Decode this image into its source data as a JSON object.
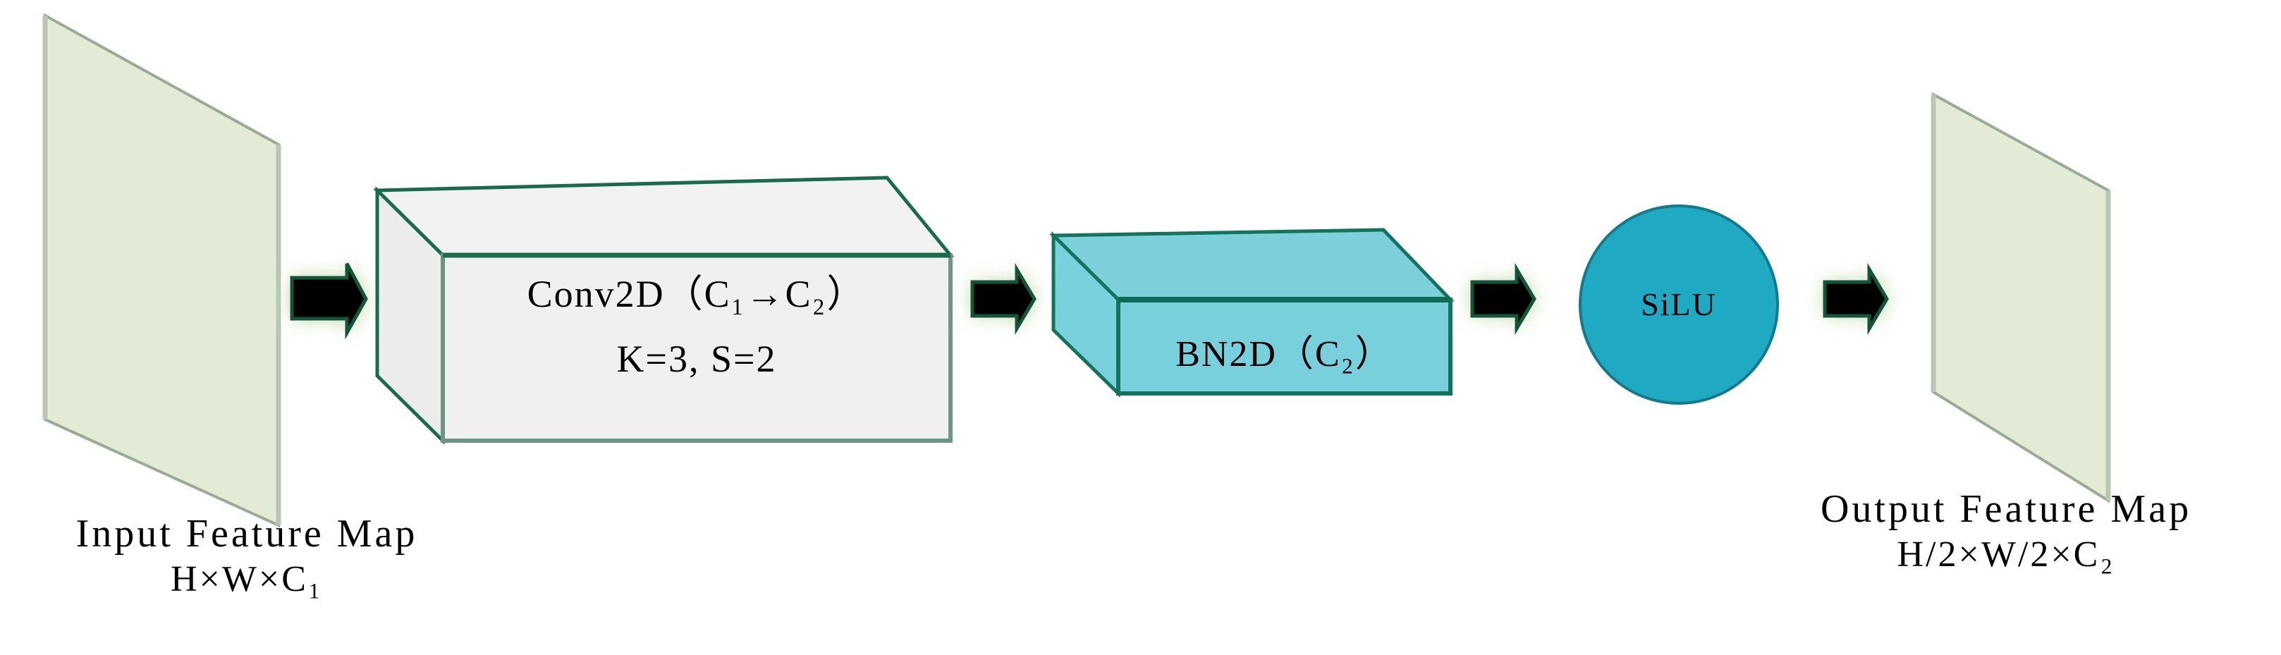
{
  "diagram": {
    "title": "Conv-BN-SiLU block",
    "background_color": "#ffffff",
    "palette": {
      "feature_map_fill": "#e3ebd6",
      "feature_map_stroke": "#9aab95",
      "conv_front_fill": "#f0f0f0",
      "conv_top_fill": "#f2f2f2",
      "conv_side_fill": "#eaeaea",
      "conv_stroke": "#1a6b4b",
      "conv_front_stroke": "#6e9486",
      "bn_front_fill": "#79d0dd",
      "bn_top_fill": "#7ecfdc",
      "bn_side_fill": "#7bd0dd",
      "bn_stroke": "#14735c",
      "silu_fill": "#1fa9c2",
      "silu_stroke": "#15798c",
      "arrow_color": "#000000",
      "arrow_glow": "#cfe3bd",
      "text_color": "#000000"
    },
    "input_feature_map": {
      "caption_line1": "Input Feature Map",
      "caption_line2": "H×W×C₁",
      "shape": "parallelogram"
    },
    "output_feature_map": {
      "caption_line1": "Output Feature Map",
      "caption_line2": "H/2×W/2×C₂",
      "shape": "parallelogram"
    },
    "nodes": [
      {
        "id": "conv2d",
        "shape": "cuboid",
        "line1": "Conv2D（C₁→C₂）",
        "line2": "K=3, S=2"
      },
      {
        "id": "bn2d",
        "shape": "cuboid",
        "line1": "BN2D（C₂）"
      },
      {
        "id": "silu",
        "shape": "circle",
        "line1": "SiLU"
      }
    ],
    "arrows": [
      {
        "id": "arrow-input-to-conv",
        "direction": "right"
      },
      {
        "id": "arrow-conv-to-bn",
        "direction": "right"
      },
      {
        "id": "arrow-bn-to-silu",
        "direction": "right"
      },
      {
        "id": "arrow-silu-to-output",
        "direction": "right"
      }
    ]
  }
}
